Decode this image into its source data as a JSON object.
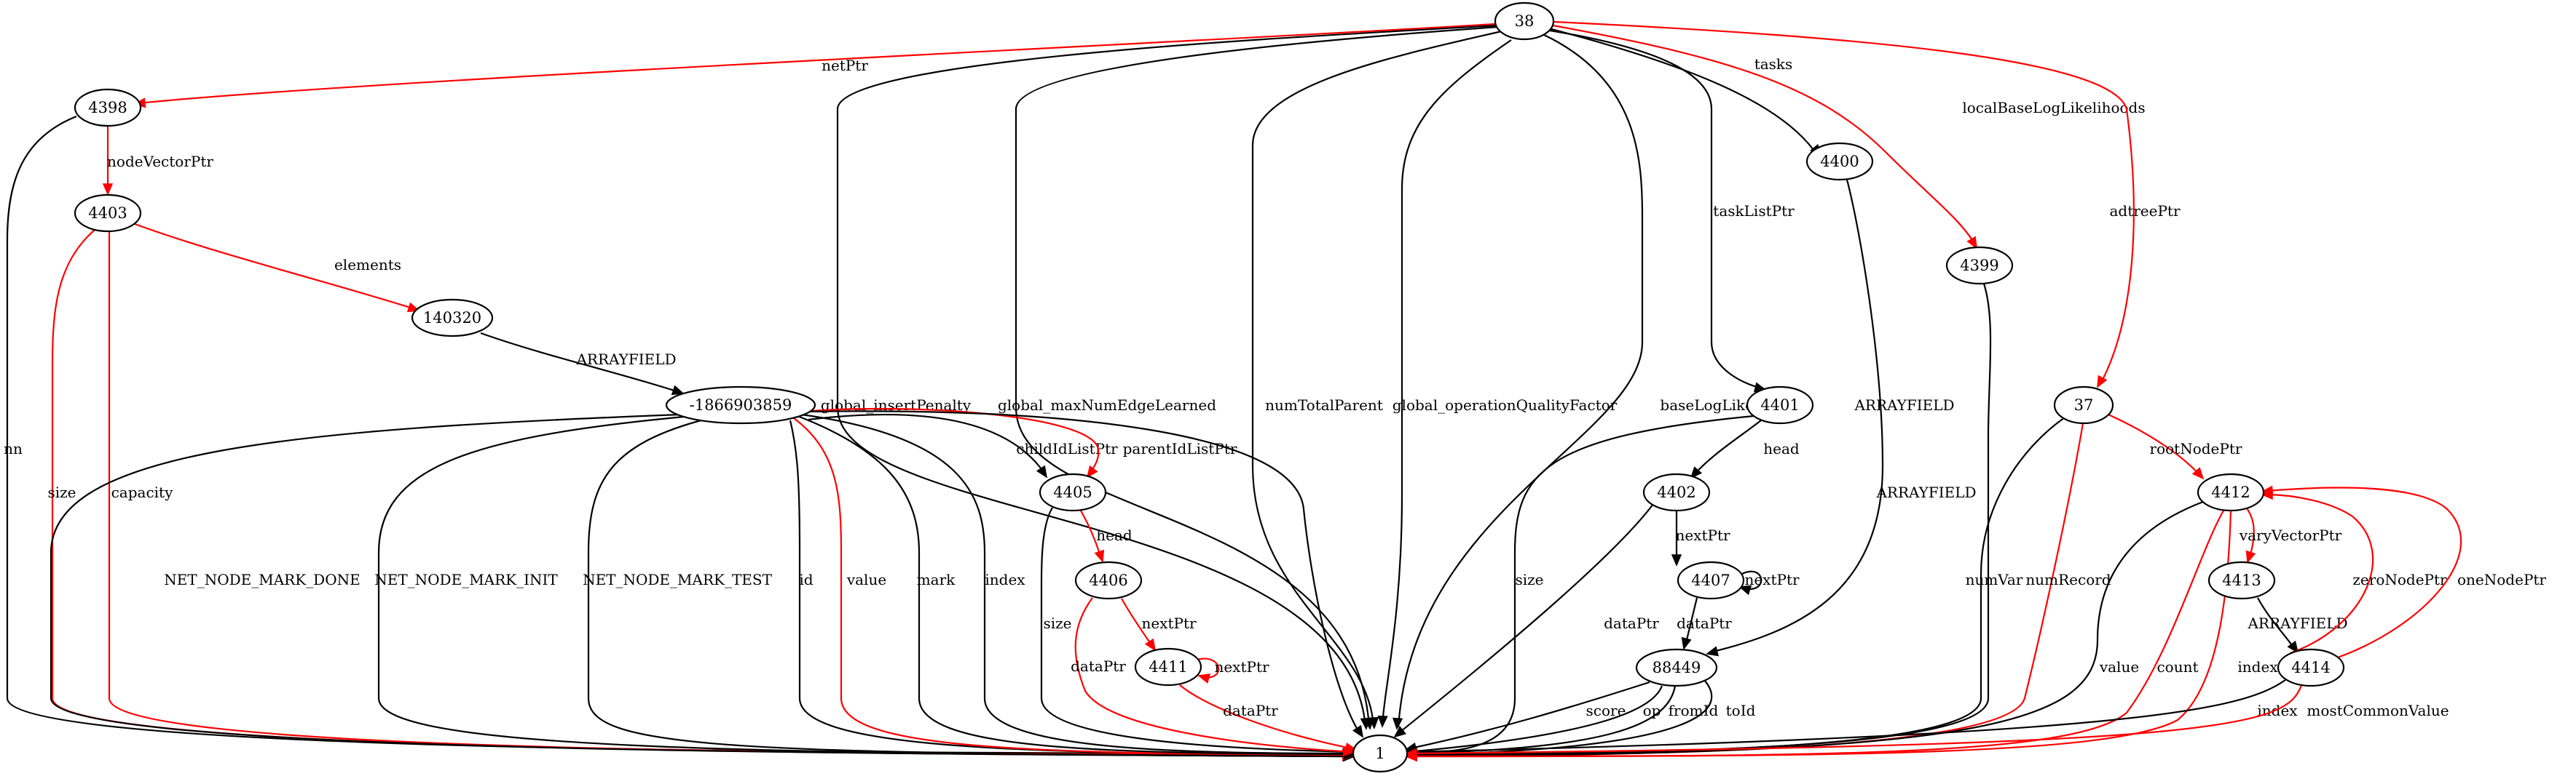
{
  "colors": {
    "black": "#000000",
    "red": "#ff0000"
  },
  "nodes": {
    "n38": "38",
    "n4398": "4398",
    "n4403": "4403",
    "n140320": "140320",
    "n1866903859": "-1866903859",
    "n4400": "4400",
    "n4399": "4399",
    "n37": "37",
    "n4401": "4401",
    "n4402": "4402",
    "n4405": "4405",
    "n4406": "4406",
    "n4411": "4411",
    "n4407": "4407",
    "n88449": "88449",
    "n4412": "4412",
    "n4413": "4413",
    "n4414": "4414",
    "n1": "1"
  },
  "edges": [
    {
      "from": "n38",
      "to": "n4398",
      "label": "netPtr",
      "color": "red"
    },
    {
      "from": "n38",
      "to": "n4400",
      "label": "tasks",
      "color": "black"
    },
    {
      "from": "n38",
      "to": "n4399",
      "label": "localBaseLogLikelihoods",
      "color": "red"
    },
    {
      "from": "n38",
      "to": "n37",
      "label": "adtreePtr",
      "color": "red"
    },
    {
      "from": "n38",
      "to": "n4401",
      "label": "taskListPtr",
      "color": "black"
    },
    {
      "from": "n38",
      "to": "n1",
      "label": "global_insertPenalty",
      "color": "black"
    },
    {
      "from": "n38",
      "to": "n1",
      "label": "global_maxNumEdgeLearned",
      "color": "black"
    },
    {
      "from": "n38",
      "to": "n1",
      "label": "numTotalParent",
      "color": "black"
    },
    {
      "from": "n38",
      "to": "n1",
      "label": "global_operationQualityFactor",
      "color": "black"
    },
    {
      "from": "n38",
      "to": "n1",
      "label": "baseLogLikelihood",
      "color": "black"
    },
    {
      "from": "n4398",
      "to": "n4403",
      "label": "nodeVectorPtr",
      "color": "red"
    },
    {
      "from": "n4398",
      "to": "n1",
      "label": "nn",
      "color": "black"
    },
    {
      "from": "n4403",
      "to": "n140320",
      "label": "elements",
      "color": "red"
    },
    {
      "from": "n4403",
      "to": "n1",
      "label": "size",
      "color": "red"
    },
    {
      "from": "n4403",
      "to": "n1",
      "label": "capacity",
      "color": "red"
    },
    {
      "from": "n140320",
      "to": "n1866903859",
      "label": "ARRAYFIELD",
      "color": "black"
    },
    {
      "from": "n1866903859",
      "to": "n4405",
      "label": "childIdListPtr",
      "color": "black"
    },
    {
      "from": "n1866903859",
      "to": "n4405",
      "label": "parentIdListPtr",
      "color": "red"
    },
    {
      "from": "n1866903859",
      "to": "n1",
      "label": "NET_NODE_MARK_DONE",
      "color": "black"
    },
    {
      "from": "n1866903859",
      "to": "n1",
      "label": "NET_NODE_MARK_INIT",
      "color": "black"
    },
    {
      "from": "n1866903859",
      "to": "n1",
      "label": "NET_NODE_MARK_TEST",
      "color": "black"
    },
    {
      "from": "n1866903859",
      "to": "n1",
      "label": "id",
      "color": "black"
    },
    {
      "from": "n1866903859",
      "to": "n1",
      "label": "value",
      "color": "red"
    },
    {
      "from": "n1866903859",
      "to": "n1",
      "label": "mark",
      "color": "black"
    },
    {
      "from": "n1866903859",
      "to": "n1",
      "label": "index",
      "color": "black"
    },
    {
      "from": "n1866903859",
      "to": "n1",
      "label": "",
      "color": "black"
    },
    {
      "from": "n4405",
      "to": "n4406",
      "label": "head",
      "color": "red"
    },
    {
      "from": "n4405",
      "to": "n1",
      "label": "size",
      "color": "black"
    },
    {
      "from": "n4406",
      "to": "n4411",
      "label": "nextPtr",
      "color": "red"
    },
    {
      "from": "n4406",
      "to": "n1",
      "label": "dataPtr",
      "color": "red"
    },
    {
      "from": "n4411",
      "to": "n4411",
      "label": "nextPtr",
      "color": "red"
    },
    {
      "from": "n4411",
      "to": "n1",
      "label": "dataPtr",
      "color": "red"
    },
    {
      "from": "n4400",
      "to": "n88449",
      "label": "ARRAYFIELD",
      "color": "black"
    },
    {
      "from": "n4399",
      "to": "n1",
      "label": "ARRAYFIELD",
      "color": "black"
    },
    {
      "from": "n4401",
      "to": "n4402",
      "label": "head",
      "color": "black"
    },
    {
      "from": "n4401",
      "to": "n1",
      "label": "size",
      "color": "black"
    },
    {
      "from": "n4402",
      "to": "n4407",
      "label": "nextPtr",
      "color": "black"
    },
    {
      "from": "n4402",
      "to": "n1",
      "label": "dataPtr",
      "color": "black"
    },
    {
      "from": "n4407",
      "to": "n4407",
      "label": "nextPtr",
      "color": "black"
    },
    {
      "from": "n4407",
      "to": "n88449",
      "label": "dataPtr",
      "color": "black"
    },
    {
      "from": "n88449",
      "to": "n1",
      "label": "score",
      "color": "black"
    },
    {
      "from": "n88449",
      "to": "n1",
      "label": "op",
      "color": "black"
    },
    {
      "from": "n88449",
      "to": "n1",
      "label": "fromId",
      "color": "black"
    },
    {
      "from": "n88449",
      "to": "n1",
      "label": "toId",
      "color": "black"
    },
    {
      "from": "n37",
      "to": "n4412",
      "label": "rootNodePtr",
      "color": "red"
    },
    {
      "from": "n37",
      "to": "n1",
      "label": "numVar",
      "color": "black"
    },
    {
      "from": "n37",
      "to": "n1",
      "label": "numRecord",
      "color": "red"
    },
    {
      "from": "n4412",
      "to": "n4413",
      "label": "varyVectorPtr",
      "color": "red"
    },
    {
      "from": "n4412",
      "to": "n1",
      "label": "value",
      "color": "black"
    },
    {
      "from": "n4412",
      "to": "n1",
      "label": "count",
      "color": "red"
    },
    {
      "from": "n4412",
      "to": "n1",
      "label": "index",
      "color": "red"
    },
    {
      "from": "n4413",
      "to": "n4414",
      "label": "ARRAYFIELD",
      "color": "black"
    },
    {
      "from": "n4414",
      "to": "n4412",
      "label": "zeroNodePtr",
      "color": "red"
    },
    {
      "from": "n4414",
      "to": "n4412",
      "label": "oneNodePtr",
      "color": "red"
    },
    {
      "from": "n4414",
      "to": "n1",
      "label": "index",
      "color": "black"
    },
    {
      "from": "n4414",
      "to": "n1",
      "label": "mostCommonValue",
      "color": "red"
    }
  ]
}
